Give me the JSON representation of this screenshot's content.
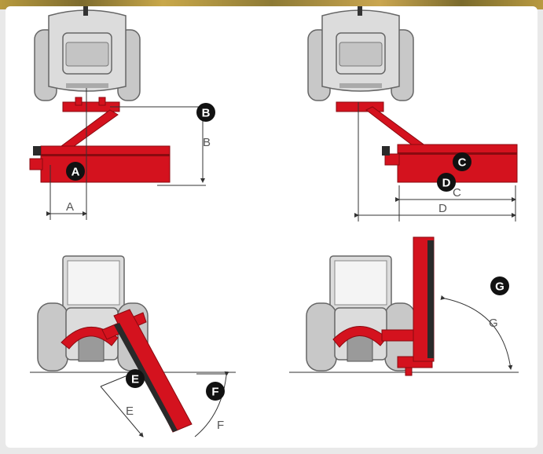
{
  "colors": {
    "machine_red": "#d4121e",
    "badge_black": "#111111",
    "tractor_grey": "#d0d0d0",
    "background": "#e9e9e9"
  },
  "badges": {
    "a": "A",
    "b": "B",
    "c": "C",
    "d": "D",
    "e": "E",
    "f": "F",
    "g": "G"
  },
  "dimensions": {
    "a": "A",
    "b": "B",
    "c": "C",
    "d": "D",
    "e": "E",
    "f": "F",
    "g": "G"
  }
}
